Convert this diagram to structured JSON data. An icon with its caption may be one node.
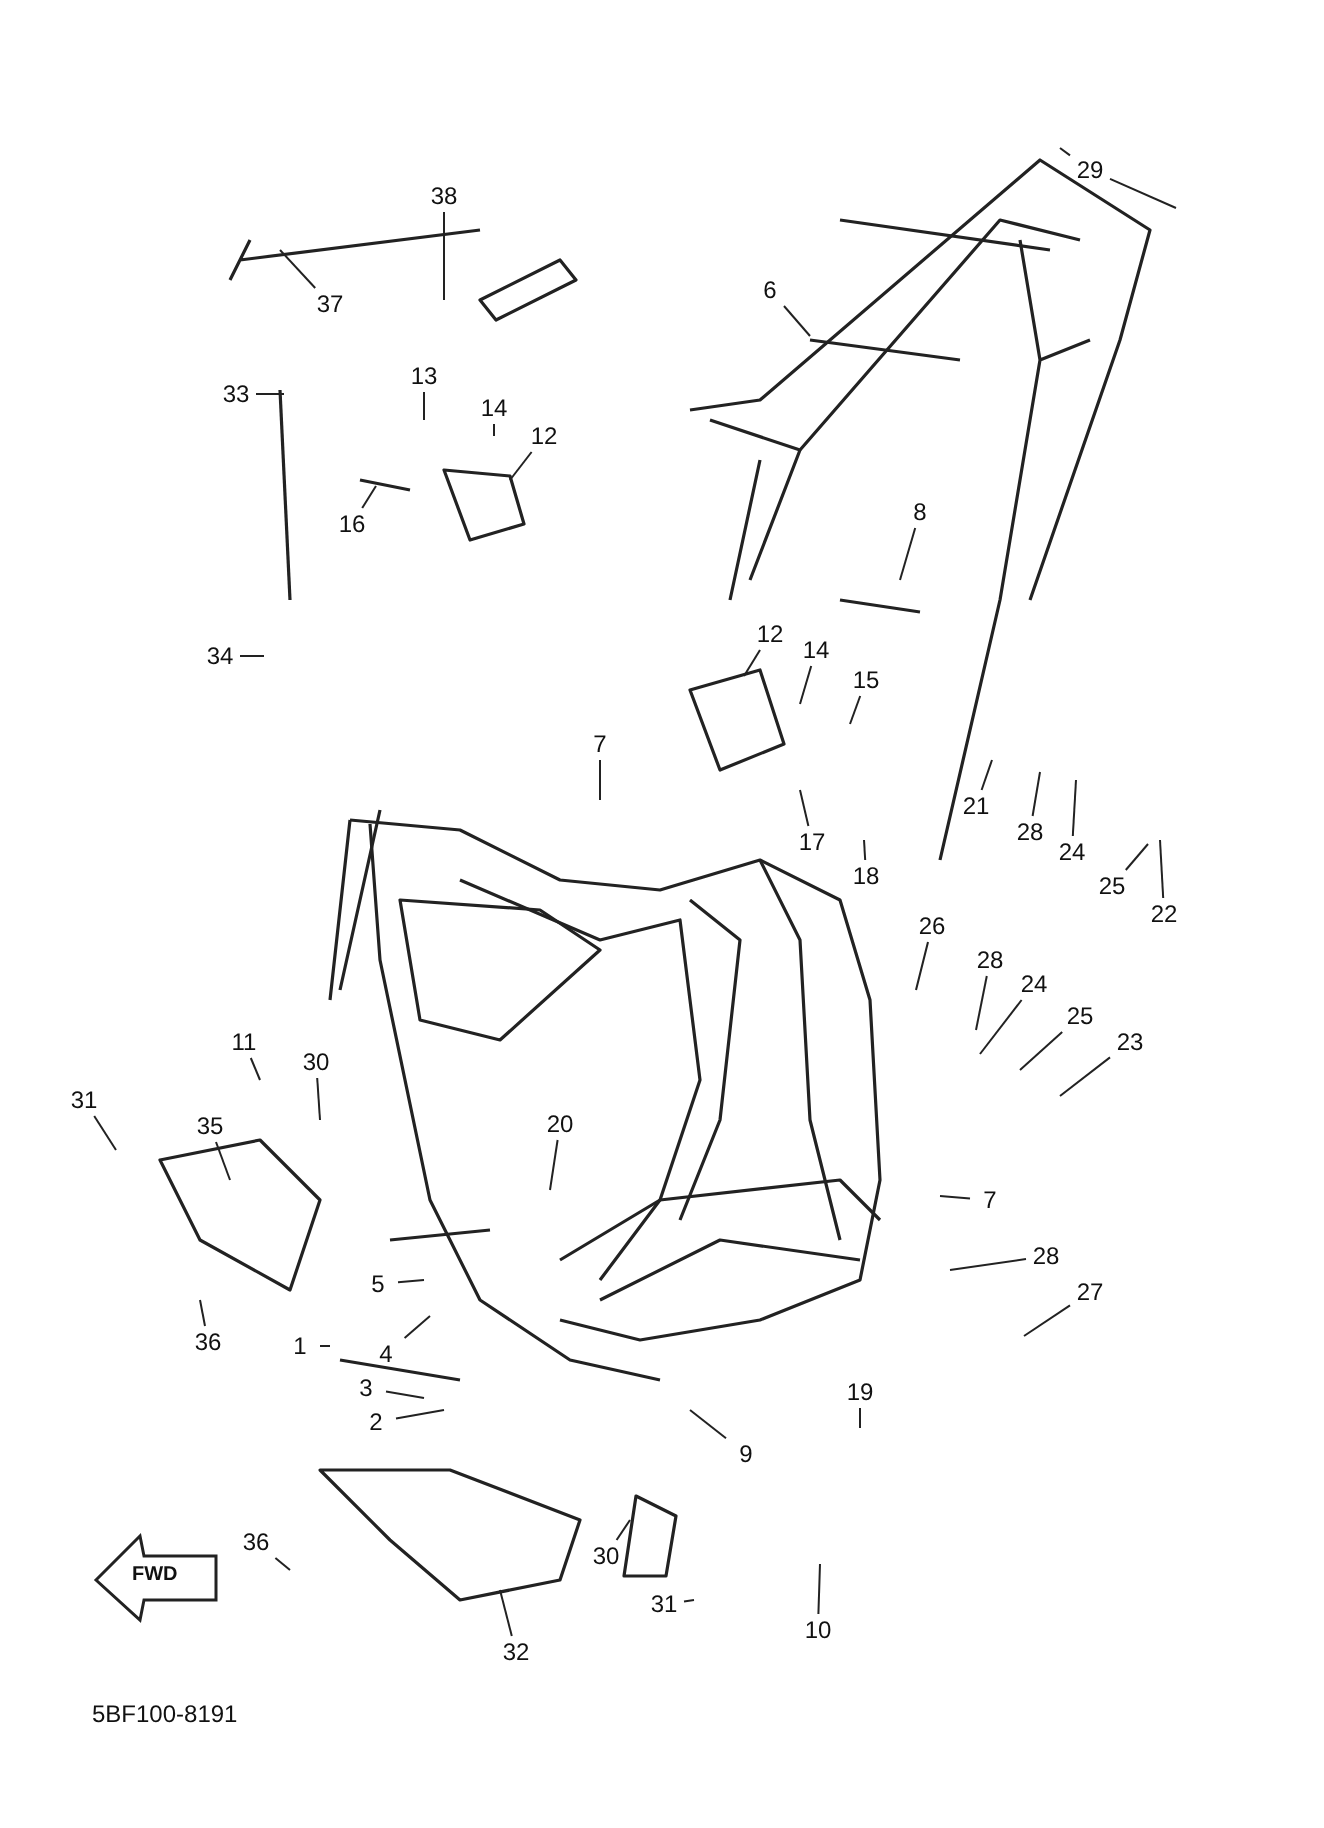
{
  "diagram": {
    "nodes": [
      {
        "text": [
          "29"
        ]
      },
      {
        "text": [
          "38"
        ]
      },
      {
        "text": [
          "37"
        ]
      },
      {
        "text": [
          "6"
        ]
      },
      {
        "text": [
          "33"
        ]
      },
      {
        "text": [
          "13"
        ]
      },
      {
        "text": [
          "14"
        ]
      },
      {
        "text": [
          "12"
        ]
      },
      {
        "text": [
          "16"
        ]
      },
      {
        "text": [
          "8"
        ]
      },
      {
        "text": [
          "34"
        ]
      },
      {
        "text": [
          "12"
        ]
      },
      {
        "text": [
          "14"
        ]
      },
      {
        "text": [
          "15"
        ]
      },
      {
        "text": [
          "7"
        ]
      },
      {
        "text": [
          "21"
        ]
      },
      {
        "text": [
          "28"
        ]
      },
      {
        "text": [
          "17"
        ]
      },
      {
        "text": [
          "24"
        ]
      },
      {
        "text": [
          "18"
        ]
      },
      {
        "text": [
          "25"
        ]
      },
      {
        "text": [
          "22"
        ]
      },
      {
        "text": [
          "26"
        ]
      },
      {
        "text": [
          "28"
        ]
      },
      {
        "text": [
          "24"
        ]
      },
      {
        "text": [
          "25"
        ]
      },
      {
        "text": [
          "11"
        ]
      },
      {
        "text": [
          "30"
        ]
      },
      {
        "text": [
          "23"
        ]
      },
      {
        "text": [
          "31"
        ]
      },
      {
        "text": [
          "35"
        ]
      },
      {
        "text": [
          "20"
        ]
      },
      {
        "text": [
          "7"
        ]
      },
      {
        "text": [
          "5"
        ]
      },
      {
        "text": [
          "28"
        ]
      },
      {
        "text": [
          "36"
        ]
      },
      {
        "text": [
          "27"
        ]
      },
      {
        "text": [
          "1"
        ]
      },
      {
        "text": [
          "4"
        ]
      },
      {
        "text": [
          "3"
        ]
      },
      {
        "text": [
          "19"
        ]
      },
      {
        "text": [
          "2"
        ]
      },
      {
        "text": [
          "9"
        ]
      },
      {
        "text": [
          "36"
        ]
      },
      {
        "text": [
          "30"
        ]
      },
      {
        "text": [
          "31"
        ]
      },
      {
        "text": [
          "10"
        ]
      },
      {
        "text": [
          "32"
        ]
      }
    ],
    "edges": [
      {
        "from": 0,
        "to": null,
        "arrow": "none"
      },
      {
        "from": 0,
        "to": null,
        "arrow": "none"
      },
      {
        "from": 1,
        "to": null,
        "arrow": "none"
      },
      {
        "from": 2,
        "to": null,
        "arrow": "none"
      },
      {
        "from": 3,
        "to": null,
        "arrow": "none"
      },
      {
        "from": 4,
        "to": null,
        "arrow": "none"
      },
      {
        "from": 5,
        "to": null,
        "arrow": "none"
      },
      {
        "from": 6,
        "to": null,
        "arrow": "none"
      },
      {
        "from": 7,
        "to": null,
        "arrow": "none"
      },
      {
        "from": 8,
        "to": null,
        "arrow": "none"
      },
      {
        "from": 9,
        "to": null,
        "arrow": "none"
      },
      {
        "from": 10,
        "to": null,
        "arrow": "none"
      },
      {
        "from": 11,
        "to": null,
        "arrow": "none"
      },
      {
        "from": 12,
        "to": null,
        "arrow": "none"
      },
      {
        "from": 13,
        "to": null,
        "arrow": "none"
      },
      {
        "from": 14,
        "to": null,
        "arrow": "none"
      },
      {
        "from": 15,
        "to": null,
        "arrow": "none"
      },
      {
        "from": 16,
        "to": null,
        "arrow": "none"
      },
      {
        "from": 17,
        "to": null,
        "arrow": "none"
      },
      {
        "from": 18,
        "to": null,
        "arrow": "none"
      },
      {
        "from": 19,
        "to": null,
        "arrow": "none"
      },
      {
        "from": 20,
        "to": null,
        "arrow": "none"
      },
      {
        "from": 21,
        "to": null,
        "arrow": "none"
      },
      {
        "from": 22,
        "to": null,
        "arrow": "none"
      },
      {
        "from": 23,
        "to": null,
        "arrow": "none"
      },
      {
        "from": 24,
        "to": null,
        "arrow": "none"
      },
      {
        "from": 25,
        "to": null,
        "arrow": "none"
      },
      {
        "from": 26,
        "to": null,
        "arrow": "none"
      },
      {
        "from": 27,
        "to": null,
        "arrow": "none"
      },
      {
        "from": 28,
        "to": null,
        "arrow": "none"
      },
      {
        "from": 29,
        "to": null,
        "arrow": "none"
      },
      {
        "from": 30,
        "to": null,
        "arrow": "none"
      },
      {
        "from": 31,
        "to": null,
        "arrow": "none"
      },
      {
        "from": 32,
        "to": null,
        "arrow": "none"
      },
      {
        "from": 33,
        "to": null,
        "arrow": "none"
      },
      {
        "from": 34,
        "to": null,
        "arrow": "none"
      },
      {
        "from": 35,
        "to": null,
        "arrow": "none"
      },
      {
        "from": 36,
        "to": null,
        "arrow": "none"
      },
      {
        "from": 37,
        "to": null,
        "arrow": "none"
      },
      {
        "from": 38,
        "to": null,
        "arrow": "none"
      },
      {
        "from": 39,
        "to": null,
        "arrow": "none"
      },
      {
        "from": 40,
        "to": null,
        "arrow": "none"
      },
      {
        "from": 41,
        "to": null,
        "arrow": "none"
      },
      {
        "from": 42,
        "to": null,
        "arrow": "none"
      },
      {
        "from": 43,
        "to": null,
        "arrow": "none"
      },
      {
        "from": 44,
        "to": null,
        "arrow": "none"
      },
      {
        "from": 45,
        "to": null,
        "arrow": "none"
      },
      {
        "from": 46,
        "to": null,
        "arrow": "none"
      },
      {
        "from": 47,
        "to": null,
        "arrow": "none"
      }
    ],
    "labels": [
      "FWD",
      "5BF100-8191"
    ]
  }
}
